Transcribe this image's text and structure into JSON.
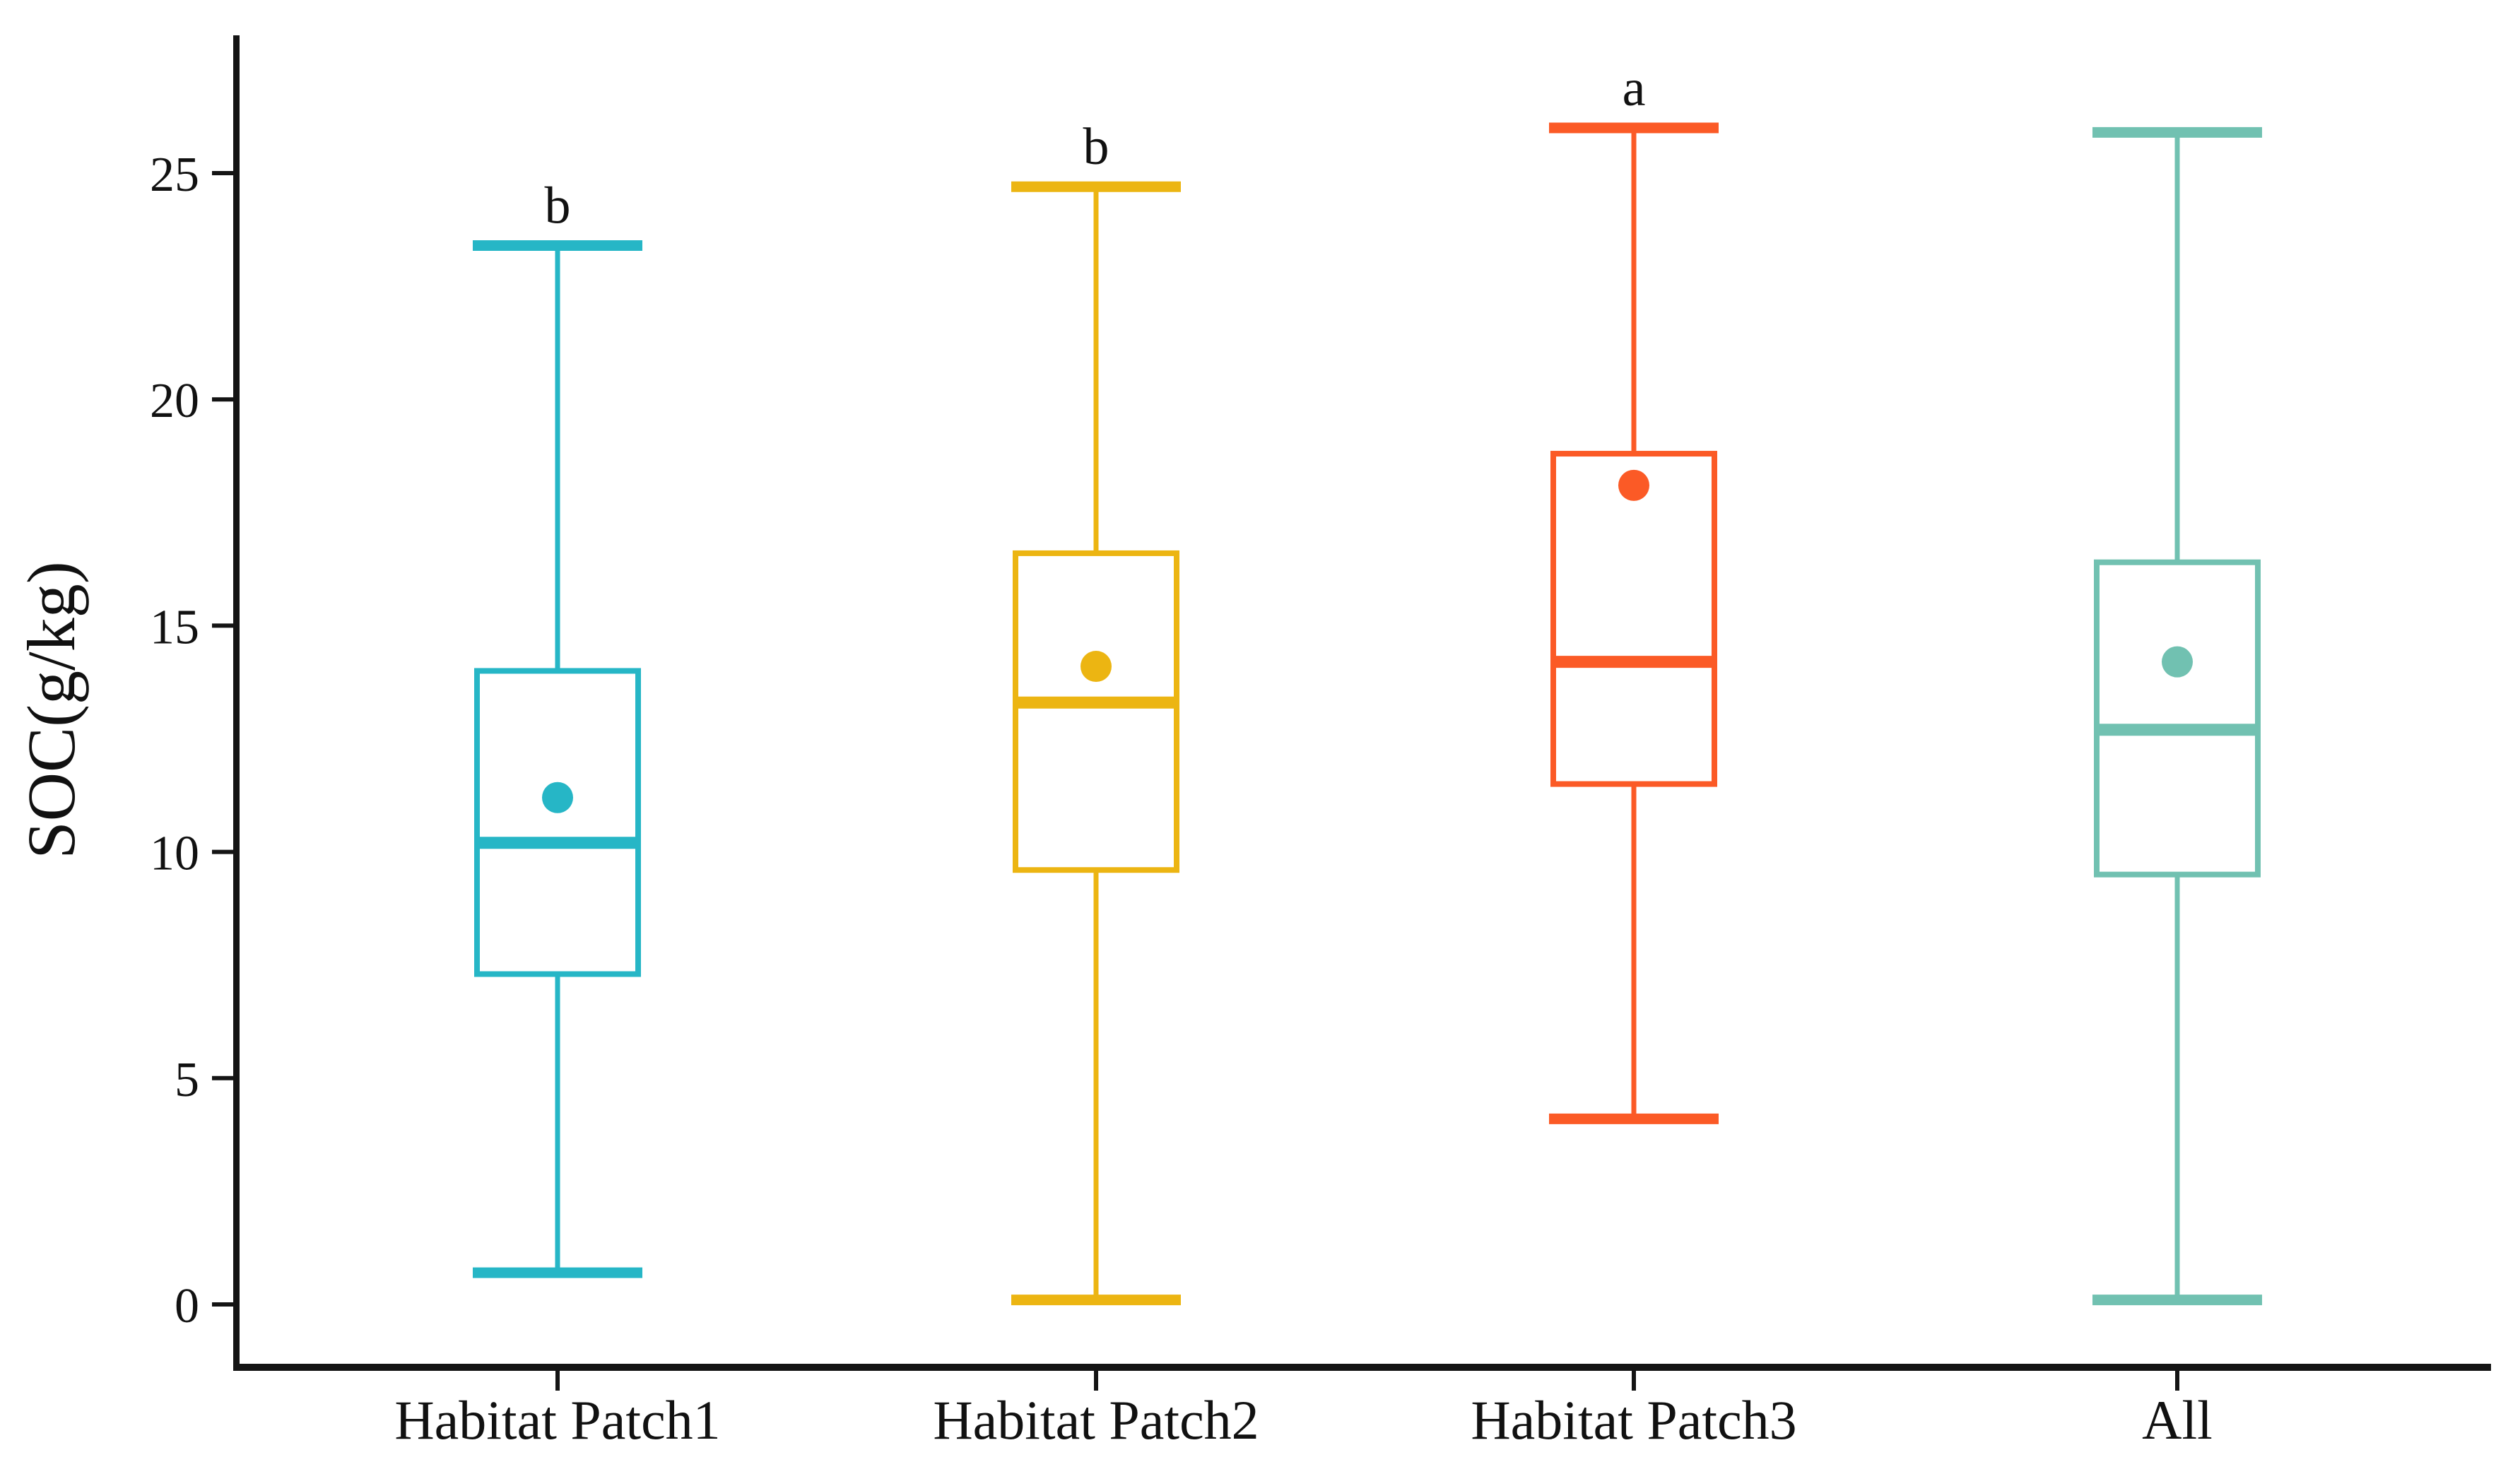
{
  "figure": {
    "background": "#ffffff",
    "axis_color": "#141414"
  },
  "chart_data": {
    "type": "boxplot",
    "title": "",
    "xlabel": "",
    "ylabel": "SOC(g/kg)",
    "ylim": [
      0,
      27
    ],
    "y_ticks": [
      0,
      5,
      10,
      15,
      20,
      25
    ],
    "grid": false,
    "legend": "none",
    "categories": [
      "Habitat Patch1",
      "Habitat Patch2",
      "Habitat Patch3",
      "All"
    ],
    "series": [
      {
        "name": "Habitat Patch1",
        "color": "#26b6c6",
        "whisker_low": 0.7,
        "q1": 7.3,
        "median": 10.2,
        "q3": 14.0,
        "whisker_high": 23.4,
        "mean": 11.2,
        "sig_letter": "b"
      },
      {
        "name": "Habitat Patch2",
        "color": "#ecb512",
        "whisker_low": 0.1,
        "q1": 9.6,
        "median": 13.3,
        "q3": 16.6,
        "whisker_high": 24.7,
        "mean": 14.1,
        "sig_letter": "b"
      },
      {
        "name": "Habitat Patch3",
        "color": "#fb5a26",
        "whisker_low": 4.1,
        "q1": 11.5,
        "median": 14.2,
        "q3": 18.8,
        "whisker_high": 26.0,
        "mean": 18.1,
        "sig_letter": "a"
      },
      {
        "name": "All",
        "color": "#71c1b1",
        "whisker_low": 0.1,
        "q1": 9.5,
        "median": 12.7,
        "q3": 16.4,
        "whisker_high": 25.9,
        "mean": 14.2,
        "sig_letter": ""
      }
    ]
  }
}
